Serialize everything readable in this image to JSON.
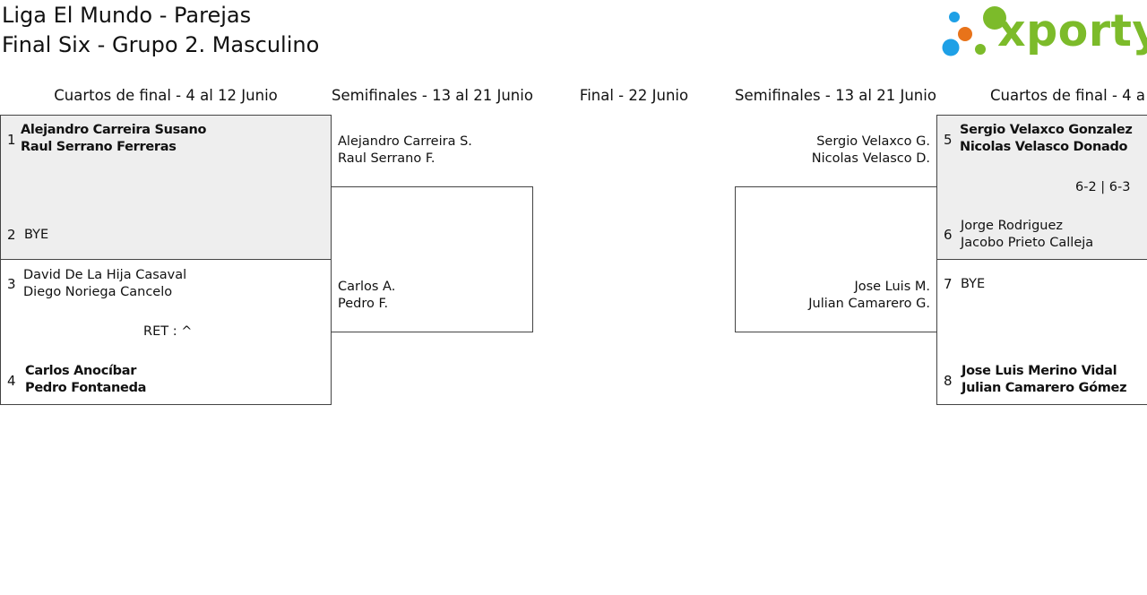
{
  "header": {
    "title_line1": "Liga El Mundo - Parejas",
    "title_line2": "Final Six - Grupo 2. Masculino",
    "logo_text": "xporty",
    "logo_colors": {
      "blue": "#1ea0e6",
      "orange": "#e8731a",
      "green": "#7cbb2a"
    }
  },
  "columns": {
    "left_qf": "Cuartos de final - 4 al 12 Junio",
    "left_sf": "Semifinales - 13 al 21 Junio",
    "final": "Final - 22 Junio",
    "right_sf": "Semifinales - 13 al 21 Junio",
    "right_qf": "Cuartos de final - 4 a"
  },
  "left_qf": {
    "match1": {
      "seed1": "1",
      "p1a": "Alejandro Carreira Susano",
      "p1b": "Raul Serrano Ferreras",
      "seed2": "2",
      "p2a": "BYE"
    },
    "match2": {
      "seed1": "3",
      "p1a": "David De La Hija Casaval",
      "p1b": "Diego Noriega Cancelo",
      "result": "RET : ^",
      "seed2": "4",
      "p2a": "Carlos Anocíbar",
      "p2b": "Pedro Fontaneda"
    }
  },
  "left_sf": {
    "top_a": "Alejandro Carreira S.",
    "top_b": "Raul Serrano F.",
    "bot_a": "Carlos A.",
    "bot_b": "Pedro F."
  },
  "right_sf": {
    "top_a": "Sergio Velaxco G.",
    "top_b": "Nicolas Velasco D.",
    "bot_a": "Jose Luis M.",
    "bot_b": "Julian Camarero G."
  },
  "right_qf": {
    "match1": {
      "seed1": "5",
      "p1a": "Sergio Velaxco Gonzalez",
      "p1b": "Nicolas Velasco Donado",
      "result": "6-2 | 6-3",
      "seed2": "6",
      "p2a": "Jorge Rodriguez",
      "p2b": "Jacobo Prieto Calleja"
    },
    "match2": {
      "seed1": "7",
      "p1a": "BYE",
      "seed2": "8",
      "p2a": "Jose Luis Merino Vidal",
      "p2b": "Julian Camarero Gómez"
    }
  }
}
